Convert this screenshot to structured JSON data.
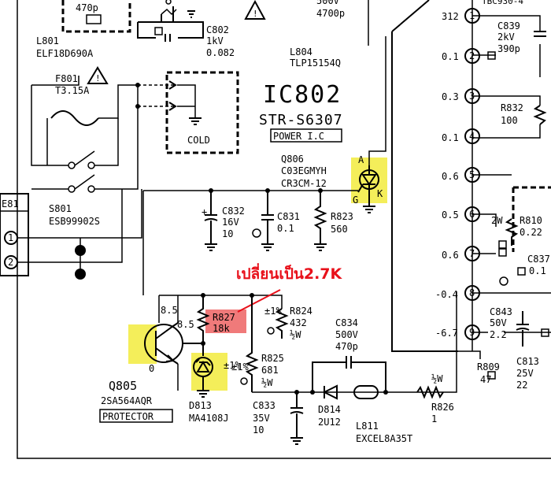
{
  "annotation": {
    "text": "เปลี่ยนเป็น2.7K",
    "color": "#e8101a"
  },
  "highlight_colors": {
    "yellow": "#f4ee5a",
    "red": "#f07a7a"
  },
  "labels": {
    "c_470p_top": "470p",
    "l801": "L801",
    "l801_part": "ELF18D690A",
    "c802": "C802",
    "c802_v": "1kV",
    "c802_val": "0.082",
    "f801": "F801",
    "f801_rating": "T3.15A",
    "cold": "COLD",
    "v500_top": "500V",
    "c_4700p": "4700p",
    "l804": "L804",
    "l804_part": "TLP15154Q",
    "ic802": "IC802",
    "ic802_part": "STR-S6307",
    "power_ic": "POWER I.C",
    "q806": "Q806",
    "q806_p1": "C03EGMYH",
    "q806_p2": "CR3CM-12",
    "pin_a": "A",
    "pin_g": "G",
    "pin_k": "K",
    "e81": "E81",
    "p1": "1",
    "p2": "2",
    "s801": "S801",
    "s801_part": "ESB99902S",
    "c832": "C832",
    "c832_v": "16V",
    "c832_val": "10",
    "c831": "C831",
    "c831_val": "0.1",
    "r823": "R823",
    "r823_val": "560",
    "q805_b": "8.5",
    "q805_e": "8.5",
    "q805_c": "0",
    "r827": "R827",
    "r827_val": "18k",
    "r824": "R824",
    "r824_val": "432",
    "r824_w": "½W",
    "tol1": "±1%",
    "tol2": "±1%",
    "tol3": "±1%",
    "c834": "C834",
    "c834_v": "500V",
    "c834_val": "470p",
    "r825": "R825",
    "r825_val": "681",
    "r825_w": "½W",
    "q805": "Q805",
    "q805_part": "2SA564AQR",
    "protector": "PROTECTOR",
    "d813": "D813",
    "d813_part": "MA4108J",
    "c833": "C833",
    "c833_v": "35V",
    "c833_val": "10",
    "d814": "D814",
    "d814_part": "2U12",
    "l811": "L811",
    "l811_part": "EXCEL8A35T",
    "r826_w": "½W",
    "r826": "R826",
    "r826_val": "1",
    "tbc": "TBC930-4",
    "c839": "C839",
    "c839_v": "2kV",
    "c839_val": "390p",
    "r832": "R832",
    "r832_val": "100",
    "v312": "312",
    "v_01a": "0.1",
    "v_03": "0.3",
    "v_01b": "0.1",
    "v_06a": "0.6",
    "v_05": "0.5",
    "v_06b": "0.6",
    "v_m04": "-0.4",
    "v_m67": "-6.7",
    "pin1": "1",
    "pin2": "2",
    "pin3": "3",
    "pin4": "4",
    "pin5": "5",
    "pin6": "6",
    "pin7": "7",
    "pin8": "8",
    "pin9": "9",
    "r810_w": "2W",
    "r810": "R810",
    "r810_val": "0.22",
    "c837": "C837",
    "c837_val": "0.1",
    "c843": "C843",
    "c843_v": "50V",
    "c843_val": "2.2",
    "c813": "C813",
    "c813_v": "25V",
    "c813_val": "22",
    "r809": "R809",
    "r809_val": "47"
  }
}
